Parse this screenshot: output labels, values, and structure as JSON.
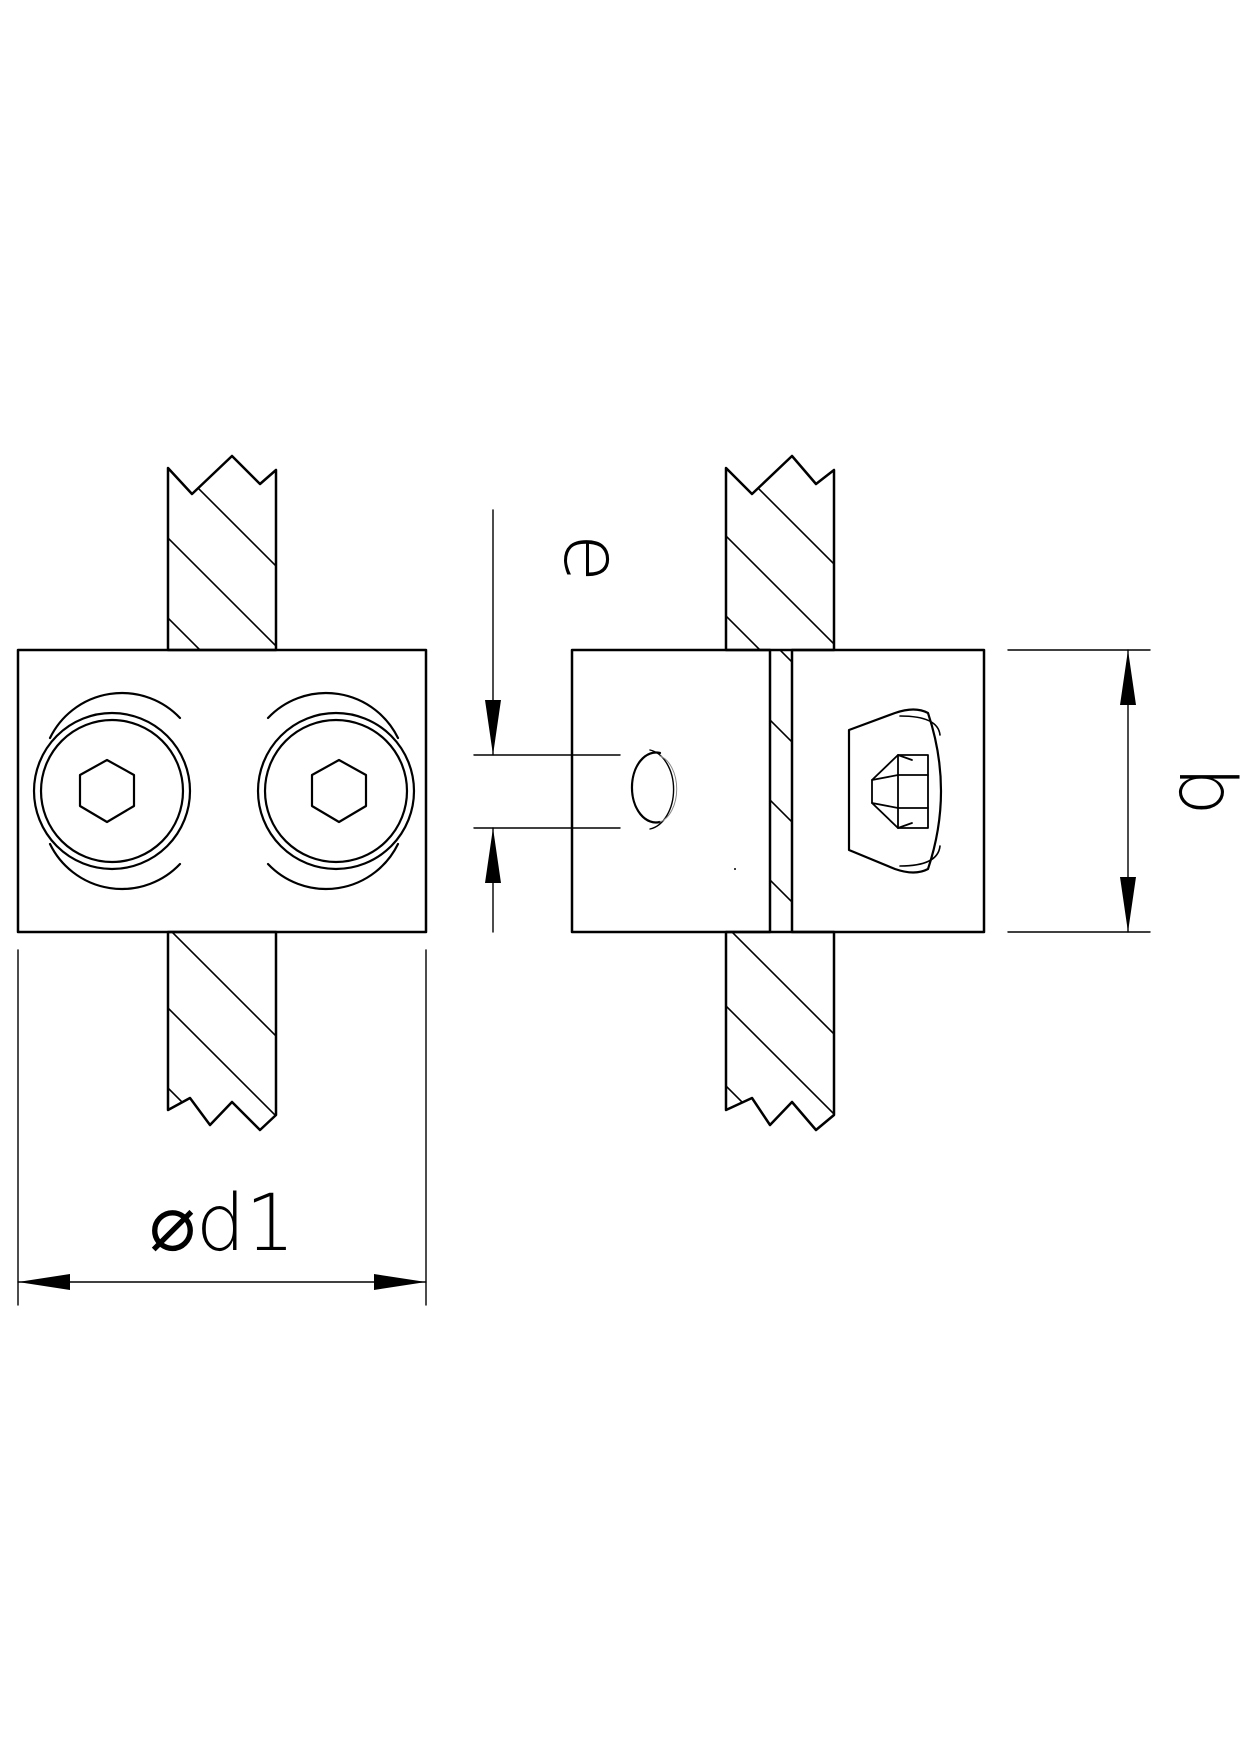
{
  "labels": {
    "dimension_d1": "⌀d1",
    "dimension_e": "e",
    "dimension_b": "b"
  },
  "colors": {
    "line": "#000000",
    "background": "#ffffff"
  }
}
